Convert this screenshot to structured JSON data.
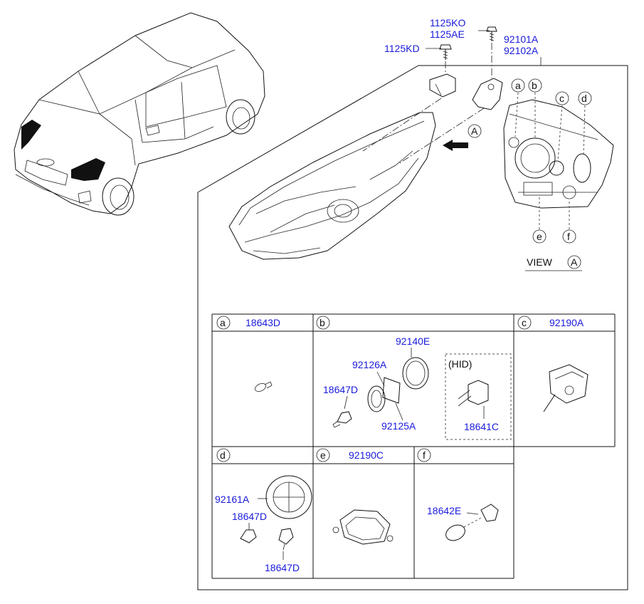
{
  "callouts": {
    "top_bolt_1": "1125KO",
    "top_bolt_2": "1125AE",
    "left_bolt": "1125KD",
    "assy_left": "92101A",
    "assy_right": "92102A",
    "view_word": "VIEW",
    "view_letter": "A"
  },
  "view_letters": [
    "a",
    "b",
    "c",
    "d",
    "e",
    "f"
  ],
  "cells": {
    "a": {
      "letter": "a",
      "part": "18643D"
    },
    "b": {
      "letter": "b",
      "ring": "92140E",
      "shield": "92126A",
      "bulb": "18647D",
      "plate": "92125A",
      "hid_label": "(HID)",
      "hid_bulb": "18641C"
    },
    "c": {
      "letter": "c",
      "part": "92190A"
    },
    "d": {
      "letter": "d",
      "cover": "92161A",
      "bulb_1": "18647D",
      "bulb_2": "18647D"
    },
    "e": {
      "letter": "e",
      "part": "92190C"
    },
    "f": {
      "letter": "f",
      "part": "18642E"
    }
  }
}
